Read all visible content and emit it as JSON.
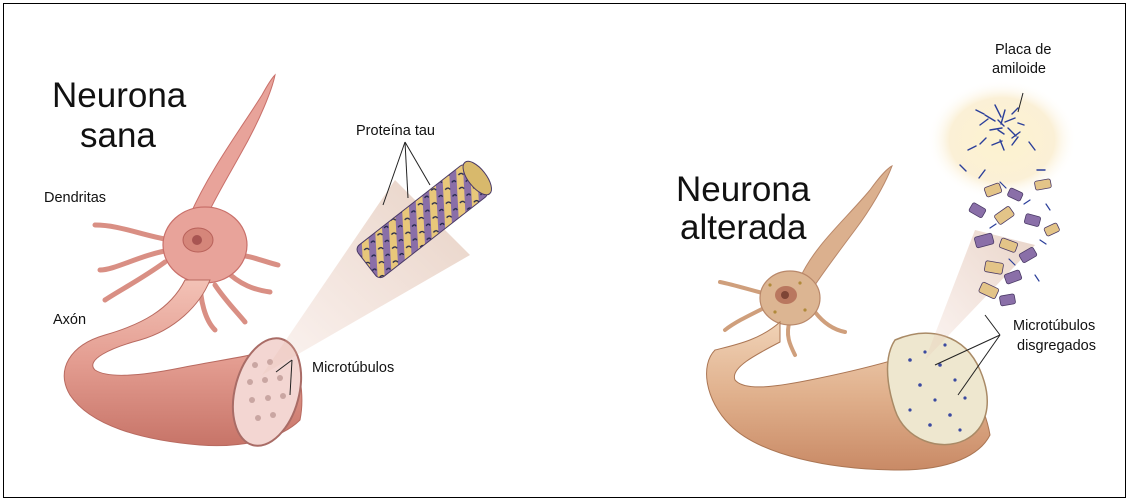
{
  "healthy": {
    "title_line1": "Neurona",
    "title_line2": "sana",
    "dendrites": "Dendritas",
    "axon": "Axón",
    "tau_protein": "Proteína tau",
    "microtubules": "Microtúbulos"
  },
  "altered": {
    "title_line1": "Neurona",
    "title_line2": "alterada",
    "amyloid_line1": "Placa de",
    "amyloid_line2": "amiloide",
    "microtubules_line1": "Microtúbulos",
    "microtubules_line2": "disgregados"
  },
  "colors": {
    "neuron_pink": "#e8a39a",
    "neuron_dark": "#c9706a",
    "tau_purple": "#8a6fa8",
    "tau_yellow": "#e8c77a",
    "amyloid_blue": "#2b3f9a",
    "plaque_glow": "#fbf0c8",
    "altered_neuron": "#d9b090"
  }
}
